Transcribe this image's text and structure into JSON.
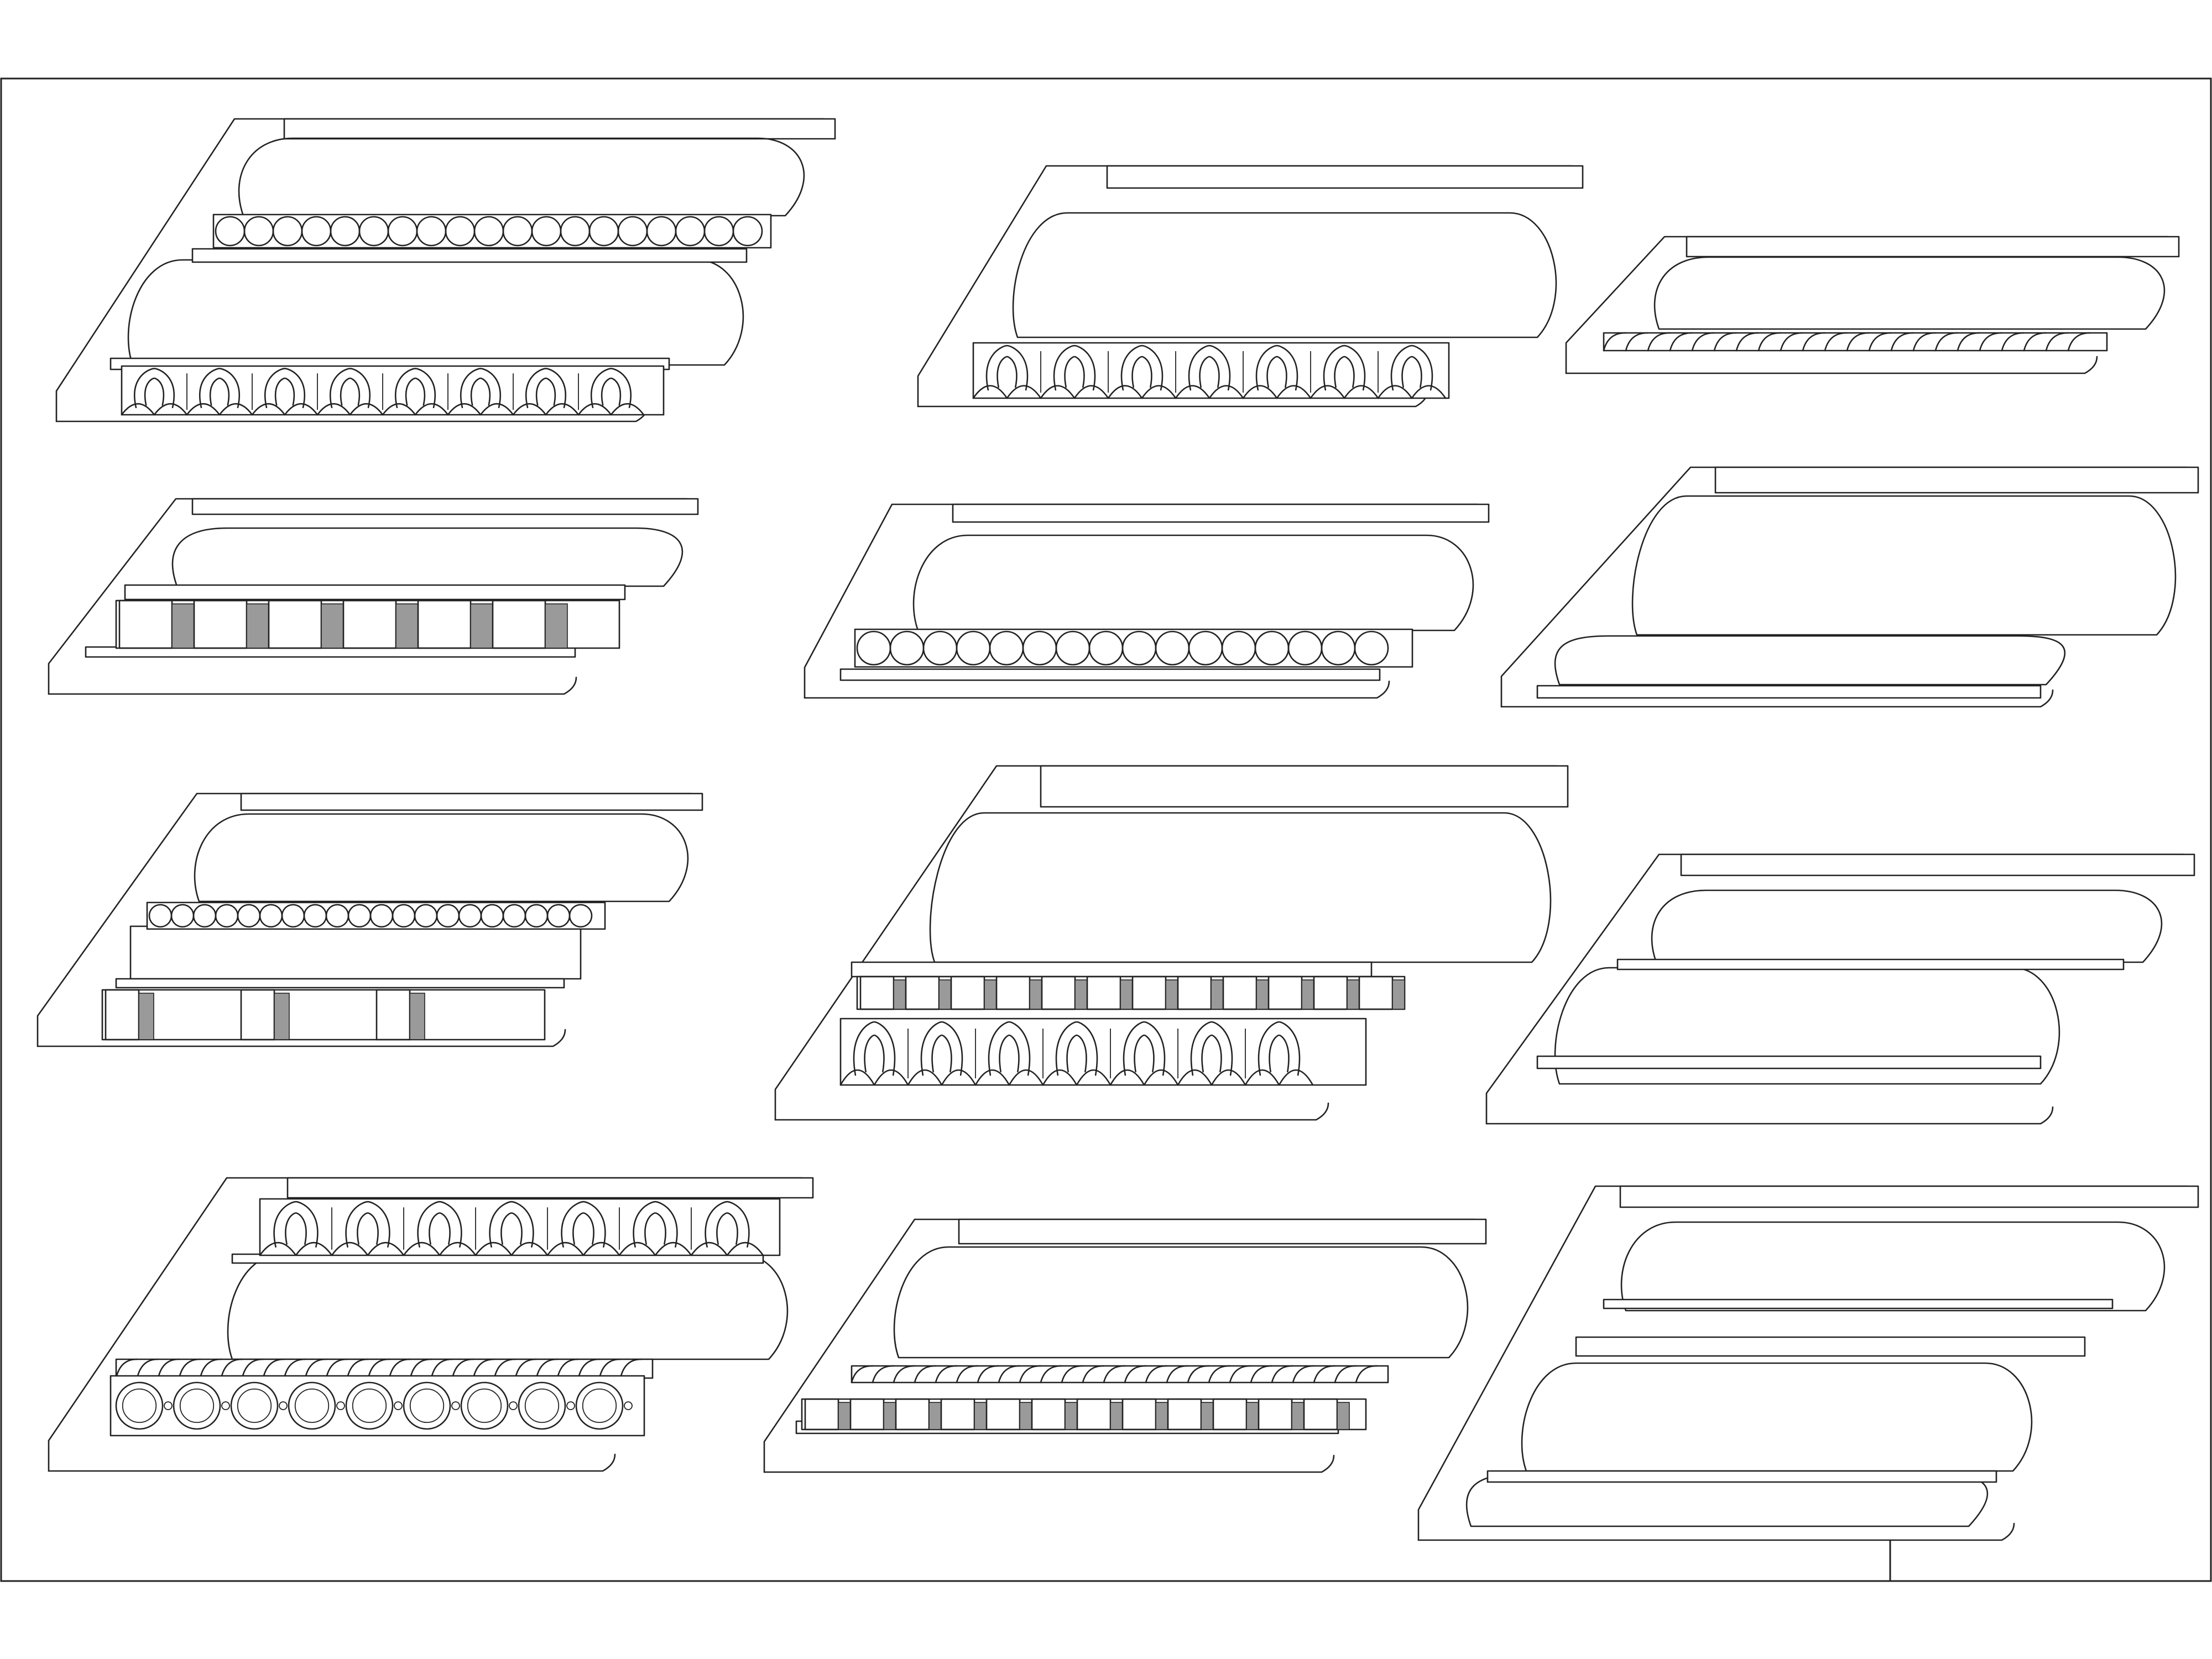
{
  "drawing": {
    "stroke_color": "#222222",
    "background_color": "#ffffff",
    "moldings": [
      {
        "id": 1,
        "ornaments": [
          "bead",
          "egg-and-dart"
        ]
      },
      {
        "id": 2,
        "ornaments": [
          "egg-and-dart"
        ]
      },
      {
        "id": 3,
        "ornaments": [
          "rope"
        ]
      },
      {
        "id": 4,
        "ornaments": [
          "dentil"
        ]
      },
      {
        "id": 5,
        "ornaments": [
          "bead"
        ]
      },
      {
        "id": 6,
        "ornaments": []
      },
      {
        "id": 7,
        "ornaments": [
          "bead",
          "modillion"
        ]
      },
      {
        "id": 8,
        "ornaments": [
          "dentil",
          "egg-and-dart"
        ]
      },
      {
        "id": 9,
        "ornaments": []
      },
      {
        "id": 10,
        "ornaments": [
          "egg-and-dart",
          "rope",
          "guilloche"
        ]
      },
      {
        "id": 11,
        "ornaments": [
          "rope",
          "dentil"
        ]
      },
      {
        "id": 12,
        "ornaments": []
      }
    ]
  }
}
